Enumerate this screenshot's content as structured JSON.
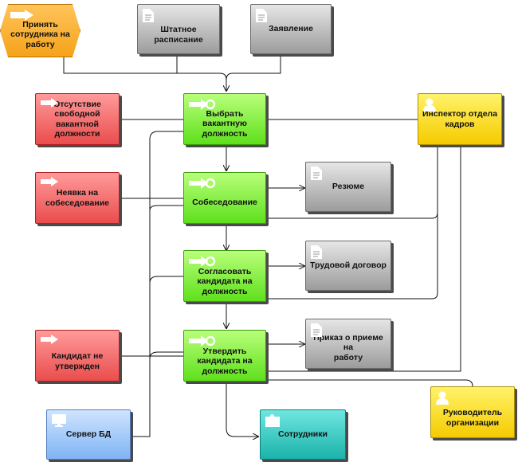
{
  "nodes": {
    "event_start": "Принять\nсотрудника на\nработу",
    "doc_staffing": "Штатное\nрасписание",
    "doc_application": "Заявление",
    "no_vacancy": "Отсутствие\nсвободной\nвакантной\nдолжности",
    "select_vacancy": "Выбрать вакантную\nдолжность",
    "hr_inspector": "Инспектор отдела\nкадров",
    "no_show": "Неявка на\nсобеседование",
    "interview": "Собеседование",
    "resume": "Резюме",
    "agree_candidate": "Согласовать\nкандидата на\nдолжность",
    "labor_contract": "Трудовой договор",
    "not_approved": "Кандидат не\nутвержден",
    "approve_candidate": "Утвердить\nкандидата на\nдолжность",
    "hiring_order": "Приказ о приеме на\nработу",
    "head_of_org": "Руководитель\nорганизации",
    "db_server": "Сервер БД",
    "employees": "Сотрудники"
  },
  "icons": {
    "event": "event-arrow-icon",
    "doc": "document-icon",
    "func": "function-arrow-icon",
    "person": "person-icon",
    "system": "monitor-icon",
    "cluster": "puzzle-icon"
  },
  "colors": {
    "event": "#f5a31a",
    "document": "#a8a8a8",
    "function": "#66e020",
    "stop": "#ea4d4d",
    "person": "#f5cb00",
    "system": "#8ab8f0",
    "cluster": "#1ab3aa"
  }
}
